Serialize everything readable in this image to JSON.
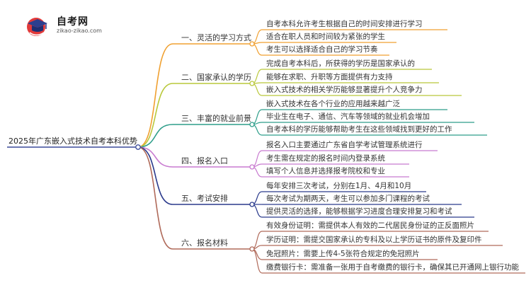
{
  "logo": {
    "brand": "自考网",
    "domain": "zikao-zikao.com"
  },
  "root": "2025年广东嵌入式技术自考本科优势",
  "branches": [
    {
      "label": "一、灵活的学习方式",
      "color": "#f0a030",
      "children": [
        "自考本科允许考生根据自己的时间安排进行学习",
        "适合在职人员和时间较为紧张的学生",
        "考生可以选择适合自己的学习节奏"
      ]
    },
    {
      "label": "二、国家承认的学历",
      "color": "#b9c83a",
      "children": [
        "完成自考本科后，所获得的学历是国家承认的",
        "能够在求职、升职等方面提供有力支持",
        "嵌入式技术的相关学历能够显著提升个人竞争力"
      ]
    },
    {
      "label": "三、丰富的就业前景",
      "color": "#2e9e8a",
      "children": [
        "嵌入式技术在各个行业的应用越来越广泛",
        "毕业生在电子、通信、汽车等领域的就业机会增加",
        "自考本科的学历能够帮助考生在这些领域找到更好的工作"
      ]
    },
    {
      "label": "四、报名入口",
      "color": "#c87ad0",
      "children": [
        "报名入口主要通过广东省自学考试管理系统进行",
        "考生需在规定的报名时间内登录系统",
        "填写个人信息并选择报考院校和专业"
      ]
    },
    {
      "label": "五、考试安排",
      "color": "#2a3a8c",
      "children": [
        "每年安排三次考试，分别在1月、4月和10月",
        "每次考试为期两天，考生可以参加多门课程的考试",
        "提供灵活的选择，能够根据学习进度合理安排复习和考试"
      ]
    },
    {
      "label": "六、报名材料",
      "color": "#b06a5a",
      "children": [
        "有效身份证明：需提供本人有效的二代居民身份证的正反面照片",
        "学历证明：需提交国家承认的专科及以上学历证书的原件及复印件",
        "免冠照片：需要上传4-5张符合规定的免冠照片",
        "缴费银行卡：需准备一张用于自考缴费的银行卡，确保其已开通网上银行功能"
      ]
    }
  ],
  "colors": {
    "root_line": "#3a4a9a",
    "text": "#333333"
  }
}
